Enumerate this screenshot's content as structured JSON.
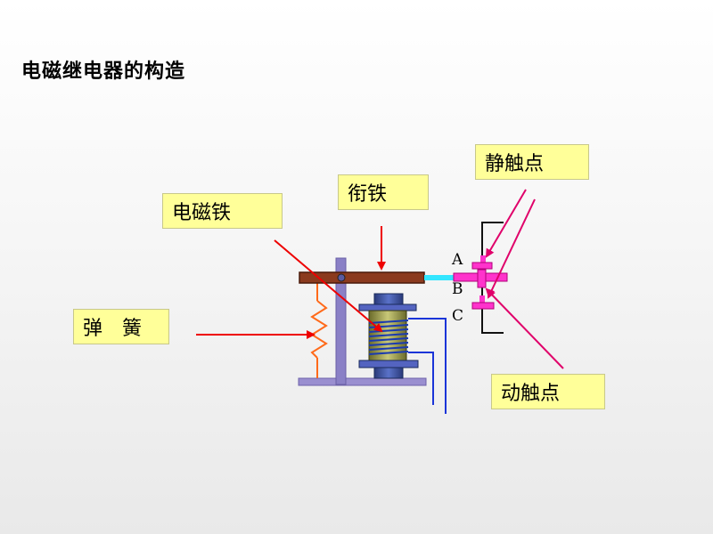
{
  "title": "电磁继电器的构造",
  "labels": {
    "static_contact": "静触点",
    "armature": "衔铁",
    "electromagnet": "电磁铁",
    "spring": "弹　簧",
    "moving_contact": "动触点"
  },
  "contacts": {
    "a": "A",
    "b": "B",
    "c": "C"
  }
}
